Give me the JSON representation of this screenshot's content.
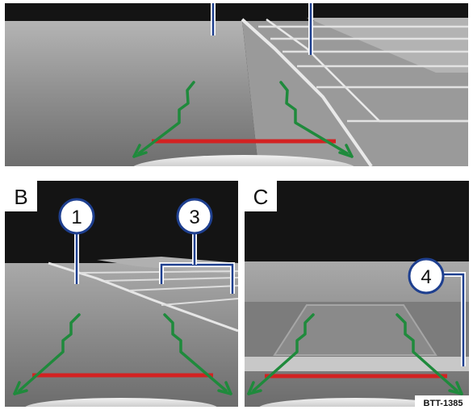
{
  "panels": {
    "a": {
      "label": ""
    },
    "b": {
      "label": "B"
    },
    "c": {
      "label": "C"
    }
  },
  "callouts": {
    "one": "1",
    "three": "3",
    "four": "4"
  },
  "figure_code": "BTT-1385",
  "colors": {
    "guide_green": "#1f8a3c",
    "stop_red": "#d32222",
    "callout_blue": "#1e3f8f",
    "sky": "#1c1c1c",
    "road": "#8d8d8d"
  }
}
